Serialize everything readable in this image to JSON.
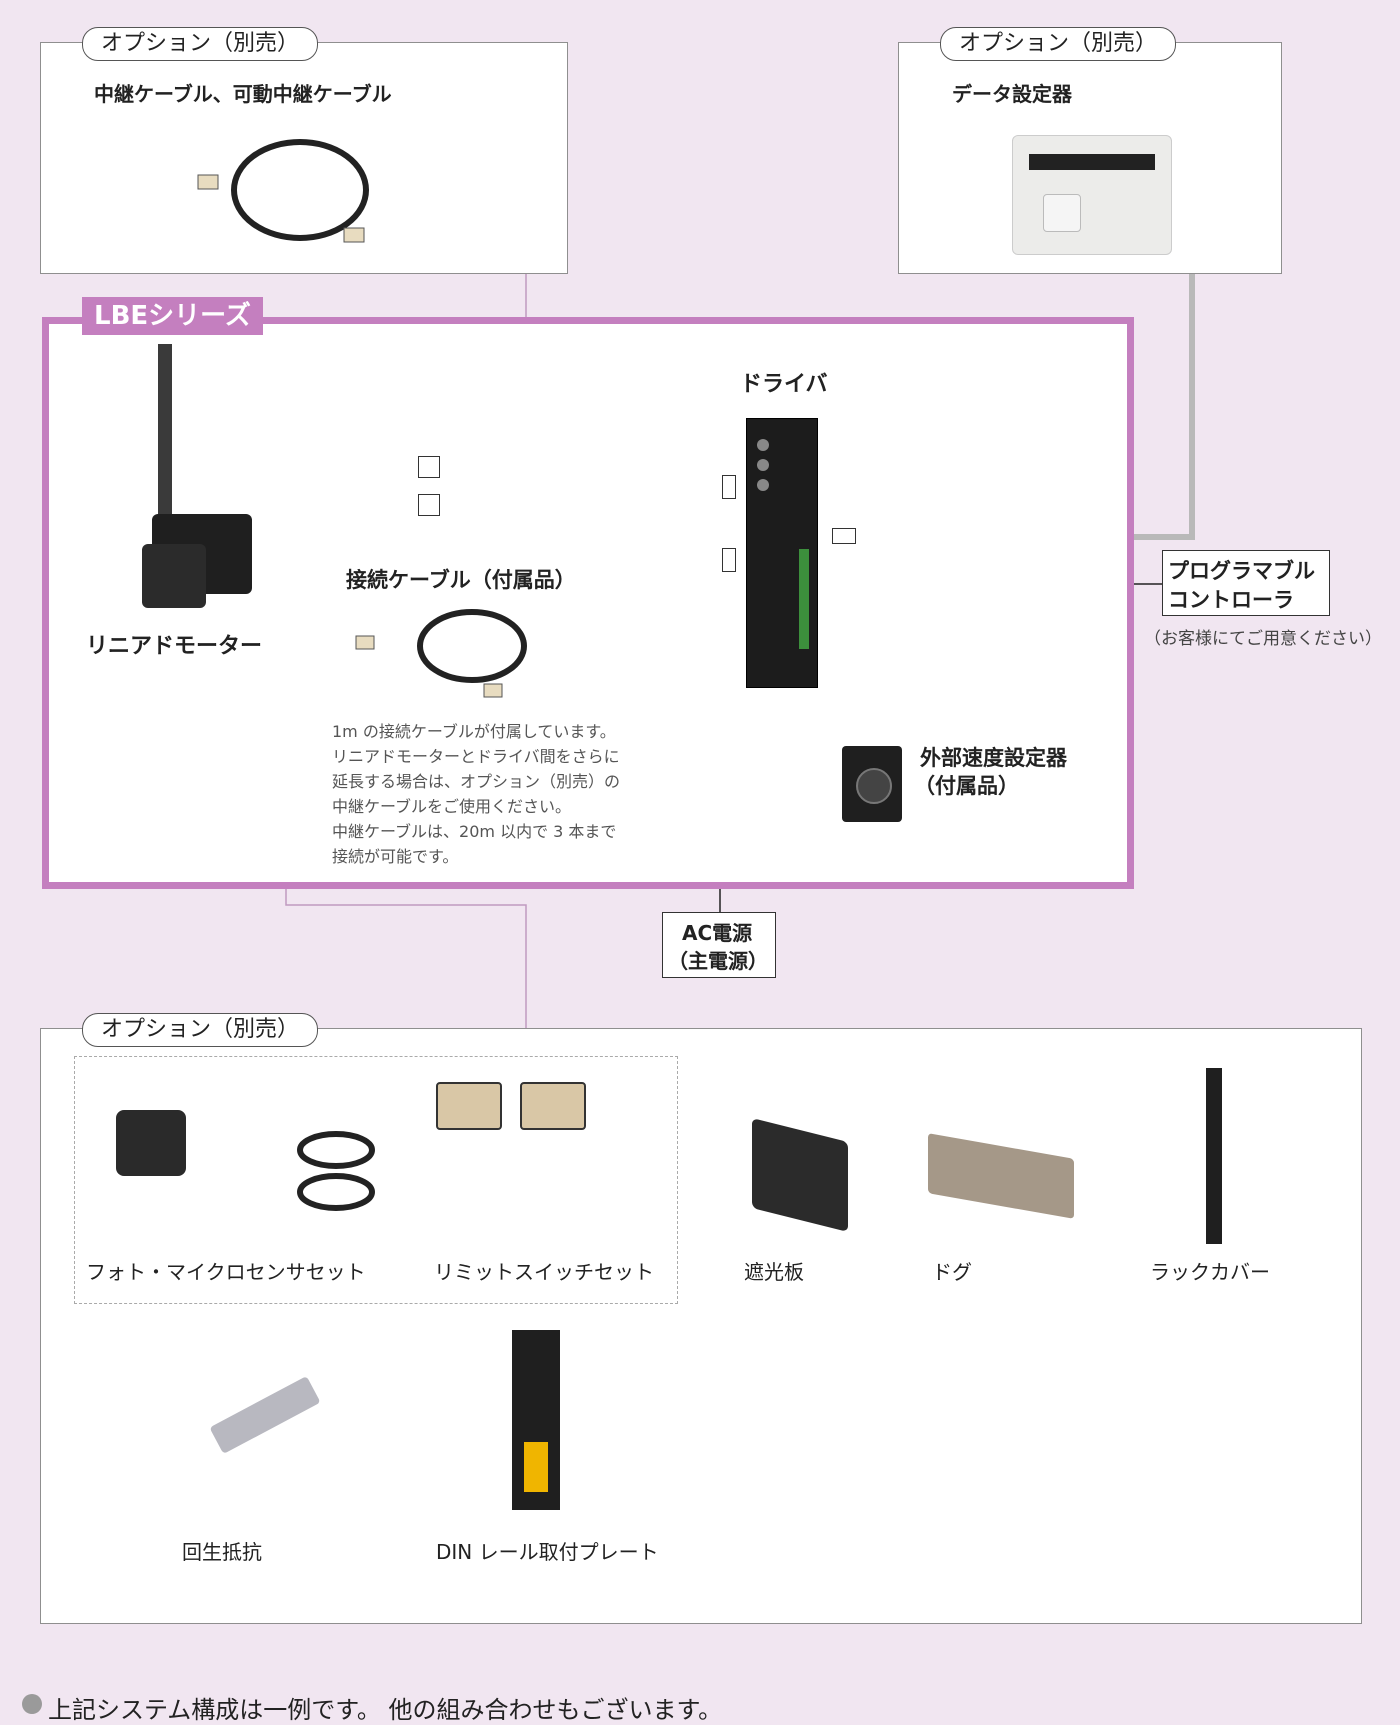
{
  "option_top_left": {
    "tag": "オプション（別売）",
    "title": "中継ケーブル、可動中継ケーブル"
  },
  "option_top_right": {
    "tag": "オプション（別売）",
    "title": "データ設定器"
  },
  "series": {
    "tag": "LBEシリーズ",
    "driver_label": "ドライバ",
    "motor_label": "リニアドモーター",
    "cable_label": "接続ケーブル（付属品）",
    "cable_note": [
      "1m の接続ケーブルが付属しています。",
      "リニアドモーターとドライバ間をさらに",
      "延長する場合は、オプション（別売）の",
      "中継ケーブルをご使用ください。",
      "中継ケーブルは、20m 以内で 3 本まで",
      "接続が可能です。"
    ],
    "speed_setter_label": [
      "外部速度設定器",
      "（付属品）"
    ]
  },
  "plc": {
    "label": [
      "プログラマブル",
      "コントローラ"
    ],
    "note": "（お客様にてご用意ください）"
  },
  "ac": {
    "label": [
      "AC電源",
      "（主電源）"
    ]
  },
  "option_bottom": {
    "tag": "オプション（別売）",
    "items": [
      "フォト・マイクロセンサセット",
      "リミットスイッチセット",
      "遮光板",
      "ドグ",
      "ラックカバー",
      "回生抵抗",
      "DIN レール取付プレート"
    ]
  },
  "footer": {
    "note": "上記システム構成は一例です。 他の組み合わせもございます。"
  },
  "colors": {
    "series_border": "#c47fbf",
    "series_tag_bg": "#c47fbf",
    "background": "#f1e6f1",
    "cable_gray": "#b9b9b9"
  }
}
